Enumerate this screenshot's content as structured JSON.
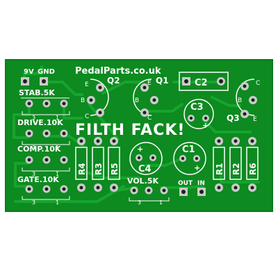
{
  "board": {
    "site": "PedalParts.co.uk",
    "title": "FILTH FACK!",
    "colors": {
      "pcb": "#0d8a20",
      "pcb_edge": "#0a7a1b",
      "trace": "#17a52d",
      "silk": "#ffffff",
      "pad": "#c9ccc9",
      "hole": "#1e1e1e"
    }
  },
  "power": {
    "v9": "9V",
    "gnd": "GND"
  },
  "pots": [
    {
      "label": "STAB.5K",
      "pin3": "3",
      "pin1": "1"
    },
    {
      "label": "DRIVE.10K",
      "pin3": "3",
      "pin1": "1"
    },
    {
      "label": "COMP.10K",
      "pin3": "3",
      "pin1": "1"
    },
    {
      "label": "GATE.10K",
      "pin3": "3",
      "pin1": "1"
    },
    {
      "label": "VOL.5K",
      "pin3": "3",
      "pin1": "1"
    }
  ],
  "transistors": [
    {
      "ref": "Q2",
      "e": "E",
      "b": "B",
      "c": "C"
    },
    {
      "ref": "Q1",
      "e": "E",
      "b": "B",
      "c": "C"
    },
    {
      "ref": "Q3",
      "e": "E",
      "b": "B",
      "c": "C"
    }
  ],
  "caps": {
    "c1": "C1",
    "c2": "C2",
    "c3": "C3",
    "c4": "C4",
    "plus": "+"
  },
  "resistors": {
    "r1": "R1",
    "r2": "R2",
    "r3": "R3",
    "r4": "R4",
    "r5": "R5",
    "r6": "R6"
  },
  "jacks": {
    "out": "OUT",
    "in": "IN"
  }
}
